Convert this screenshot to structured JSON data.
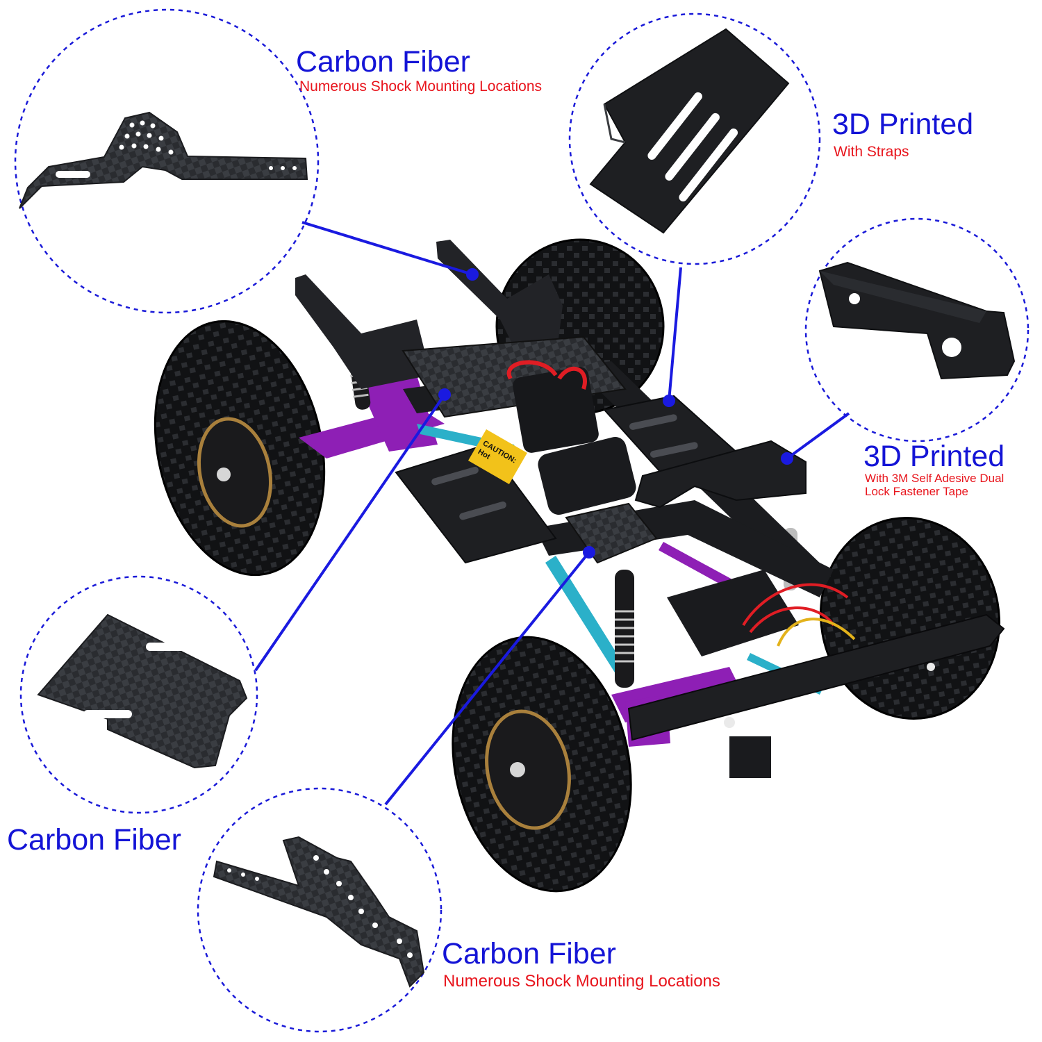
{
  "colors": {
    "title": "#1414d6",
    "subtitle": "#e8141c",
    "circle_border": "#1a1ad8",
    "leader_line": "#1a1ae0",
    "carbon": "#2a2c30",
    "printed_part": "#1e1f22",
    "chassis_accent_purple": "#8e1fb5",
    "chassis_accent_teal": "#2bb0c9",
    "wire_red": "#e01d24"
  },
  "callouts": {
    "top_left": {
      "title": "Carbon Fiber",
      "subtitle": "Numerous Shock Mounting Locations"
    },
    "top_right": {
      "title": "3D Printed",
      "subtitle": "With Straps"
    },
    "mid_right": {
      "title": "3D Printed",
      "subtitle_line1": "With 3M Self Adesive Dual",
      "subtitle_line2": "Lock Fastener Tape"
    },
    "mid_left": {
      "title": "Carbon Fiber"
    },
    "bottom": {
      "title": "Carbon Fiber",
      "subtitle": "Numerous Shock Mounting Locations"
    }
  },
  "motor_label": {
    "line1": "CAUTION:",
    "line2": "Hot"
  }
}
